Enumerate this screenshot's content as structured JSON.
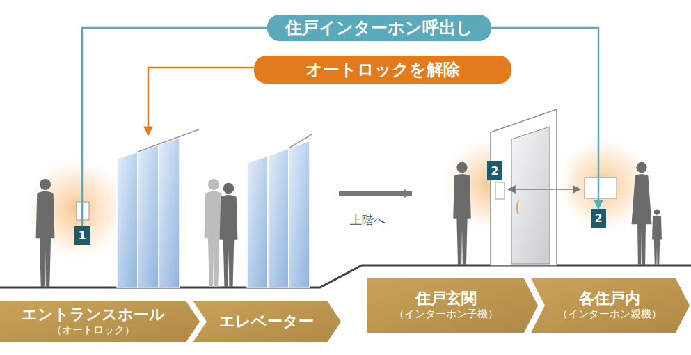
{
  "diagram": {
    "nodes": [
      {
        "text": [
          "オートロックを解除"
        ]
      },
      {
        "text": [
          "1"
        ]
      },
      {
        "text": [
          "2"
        ]
      },
      {
        "text": [
          "2"
        ]
      },
      {
        "text": [
          "エントランスホール",
          "（オートロック）"
        ]
      },
      {
        "text": [
          "エレベーター"
        ]
      },
      {
        "text": [
          "住戸玄関",
          "（インターホン子機）"
        ]
      },
      {
        "text": [
          "各住戸内",
          "（インターホン親機）"
        ]
      }
    ],
    "edges": [
      {
        "from": 1,
        "to": 3,
        "arrow": "to",
        "label": "住戸インターホン呼出し"
      }
    ],
    "labels": [
      "上階へ"
    ]
  }
}
